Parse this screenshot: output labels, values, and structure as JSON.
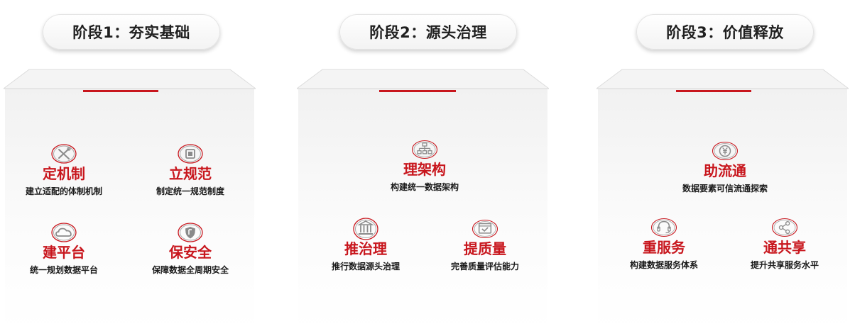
{
  "stages": [
    {
      "label": "阶段1：夯实基础",
      "items": [
        {
          "title": "定机制",
          "desc": "建立适配的体制机制",
          "icon": "tools-icon"
        },
        {
          "title": "立规范",
          "desc": "制定统一规范制度",
          "icon": "square-icon"
        },
        {
          "title": "建平台",
          "desc": "统一规划数据平台",
          "icon": "cloud-icon"
        },
        {
          "title": "保安全",
          "desc": "保障数据全周期安全",
          "icon": "shield-icon"
        }
      ]
    },
    {
      "label": "阶段2：源头治理",
      "items": [
        {
          "title": "理架构",
          "desc": "构建统一数据架构",
          "icon": "org-chart-icon"
        },
        {
          "title": "推治理",
          "desc": "推行数据源头治理",
          "icon": "building-icon"
        },
        {
          "title": "提质量",
          "desc": "完善质量评估能力",
          "icon": "check-window-icon"
        }
      ]
    },
    {
      "label": "阶段3：价值释放",
      "items": [
        {
          "title": "助流通",
          "desc": "数据要素可信流通探索",
          "icon": "yen-coin-icon"
        },
        {
          "title": "重服务",
          "desc": "构建数据服务体系",
          "icon": "headset-icon"
        },
        {
          "title": "通共享",
          "desc": "提升共享服务水平",
          "icon": "share-icon"
        }
      ]
    }
  ],
  "colors": {
    "accent": "#c8161d",
    "text": "#1a1a1a"
  }
}
